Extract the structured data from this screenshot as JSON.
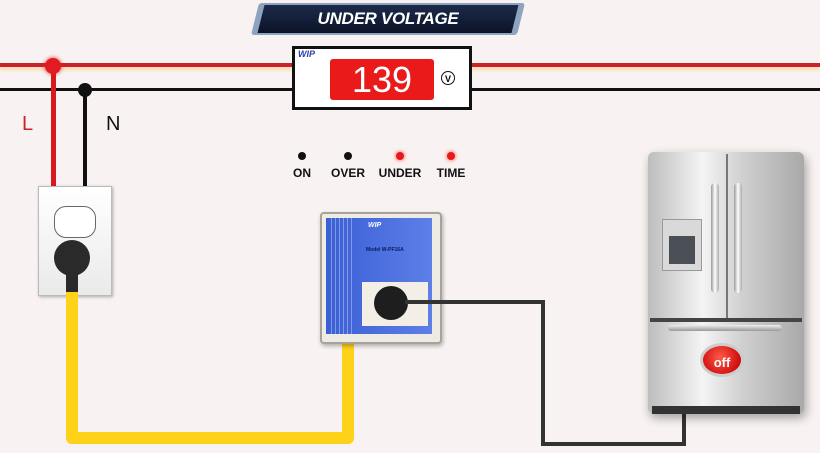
{
  "title": "UNDER VOLTAGE",
  "lines": {
    "live_label": "L",
    "neutral_label": "N",
    "live_color": "#c8232a",
    "neutral_color": "#111111"
  },
  "meter": {
    "brand": "WIP",
    "reading": "139",
    "unit": "V",
    "display_color": "#ea1a1a"
  },
  "indicators": [
    {
      "label": "ON",
      "state": "off"
    },
    {
      "label": "OVER",
      "state": "off"
    },
    {
      "label": "UNDER",
      "state": "on"
    },
    {
      "label": "TIME",
      "state": "on"
    }
  ],
  "protector": {
    "brand": "WIP",
    "model_label": "Model",
    "model_value": "W-PF16A"
  },
  "wires": {
    "outlet_to_protector_color": "#ffd21a",
    "protector_to_fridge_color": "#333333"
  },
  "appliance": {
    "name": "refrigerator",
    "status_button": "off"
  }
}
